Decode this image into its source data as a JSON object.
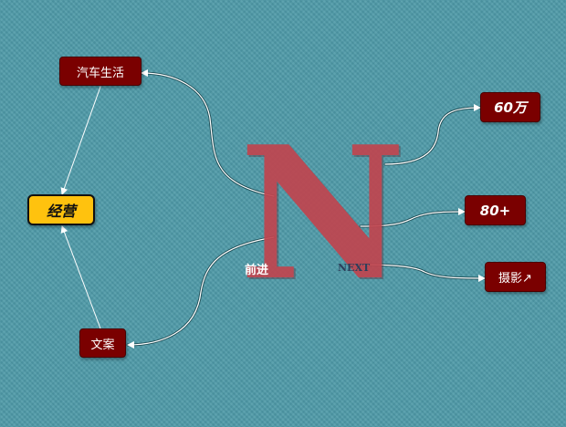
{
  "center": {
    "logo_letter": "N",
    "left_label": "前进",
    "right_label": "NEXT",
    "color": "#c0454f"
  },
  "hub": {
    "label": "经营",
    "color": "#ffc20e"
  },
  "left_nodes": [
    {
      "label": "汽车生活"
    },
    {
      "label": "文案"
    }
  ],
  "right_nodes": [
    {
      "label": "60万"
    },
    {
      "label": "80+"
    },
    {
      "label": "摄影↗"
    }
  ],
  "colors": {
    "node_bg": "#7a0000",
    "background": "#4e9aa8",
    "connector": "#ffffff"
  }
}
